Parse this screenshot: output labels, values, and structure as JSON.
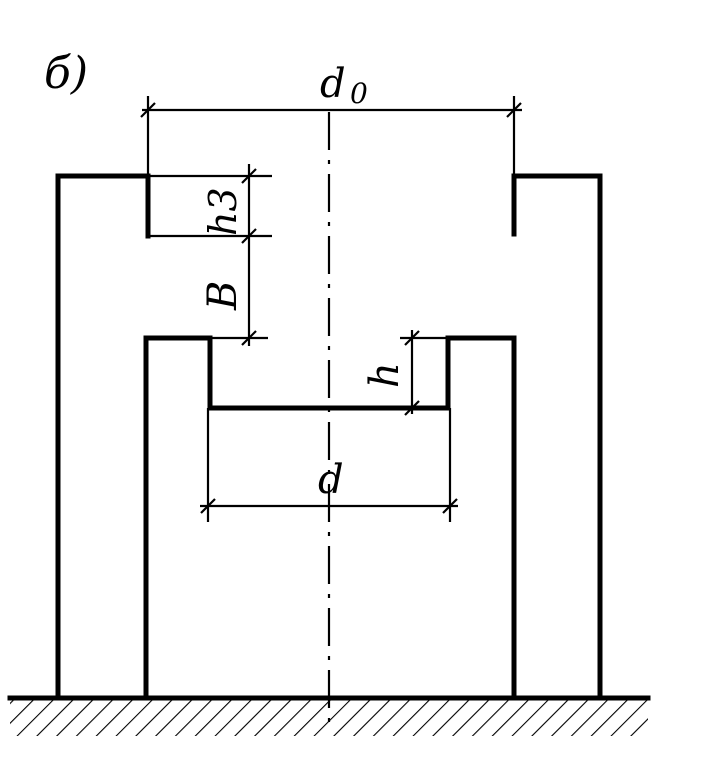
{
  "figure": {
    "panel_label": "б)",
    "dimensions": {
      "d0": {
        "main": "d",
        "sub": "0"
      },
      "h3": "h3",
      "B": "B",
      "h": "h",
      "d": "d"
    }
  }
}
